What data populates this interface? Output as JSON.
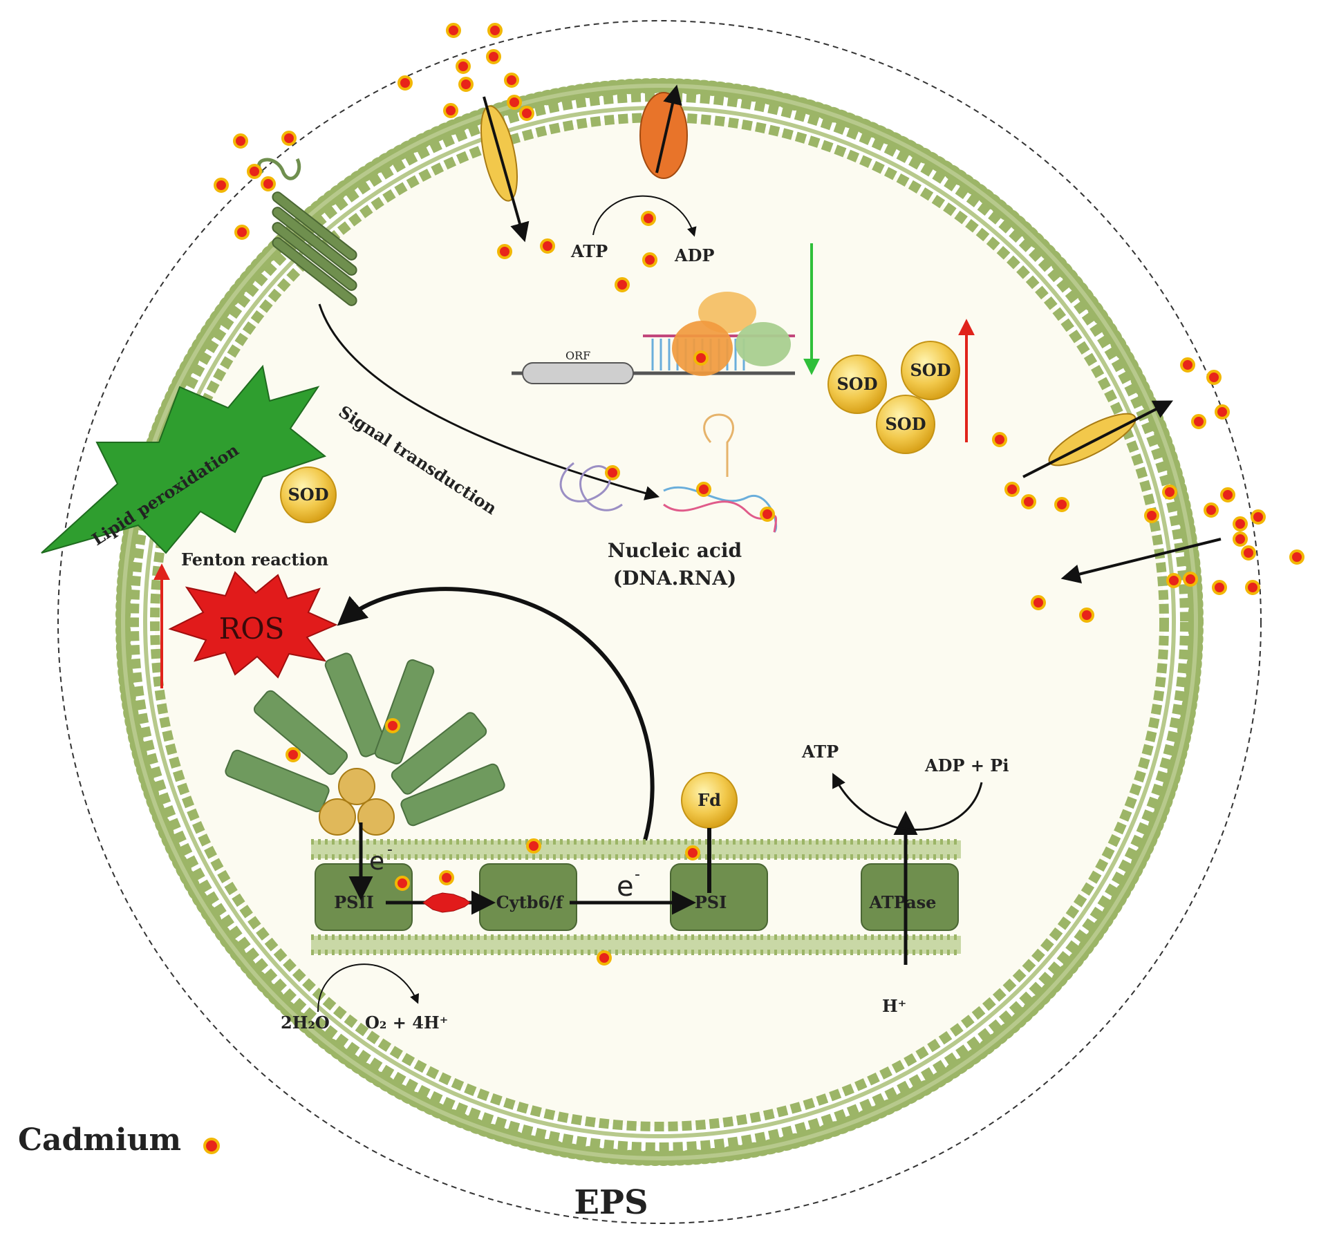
{
  "labels": {
    "atp_top": "ATP",
    "adp_top": "ADP",
    "orf": "ORF",
    "sod": "SOD",
    "signal_transduction": "Signal transduction",
    "nucleic_acid_line1": "Nucleic acid",
    "nucleic_acid_line2": "(DNA.RNA)",
    "lipid_peroxidation": "Lipid peroxidation",
    "fenton_reaction": "Fenton reaction",
    "ros": "ROS",
    "fd": "Fd",
    "atp_bottom": "ATP",
    "adp_pi": "ADP + Pi",
    "electron": "e",
    "electron_sup": "-",
    "psii": "PSII",
    "cytb6f": "Cytb6/f",
    "psi": "PSI",
    "atpase": "ATPase",
    "water": "2H₂O",
    "oxygen": "O₂ + 4H⁺",
    "proton": "H⁺",
    "cadmium": "Cadmium",
    "eps": "EPS"
  },
  "colors": {
    "cadmium_dot": "#e8241a",
    "cadmium_ring": "#f2b705",
    "membrane": "#9cb567",
    "protein_green": "#6f8f4e",
    "antenna_green": "#6f9a5e",
    "sod_fill": "#f2c94c",
    "ros_fill": "#e11b1b",
    "lipid_fill": "#2f9e2f",
    "increase_arrow": "#e0231b",
    "decrease_arrow": "#2fbf3a",
    "cell_fill": "#fcfbf1"
  },
  "legend": {
    "symbol": "cadmium-dot"
  }
}
